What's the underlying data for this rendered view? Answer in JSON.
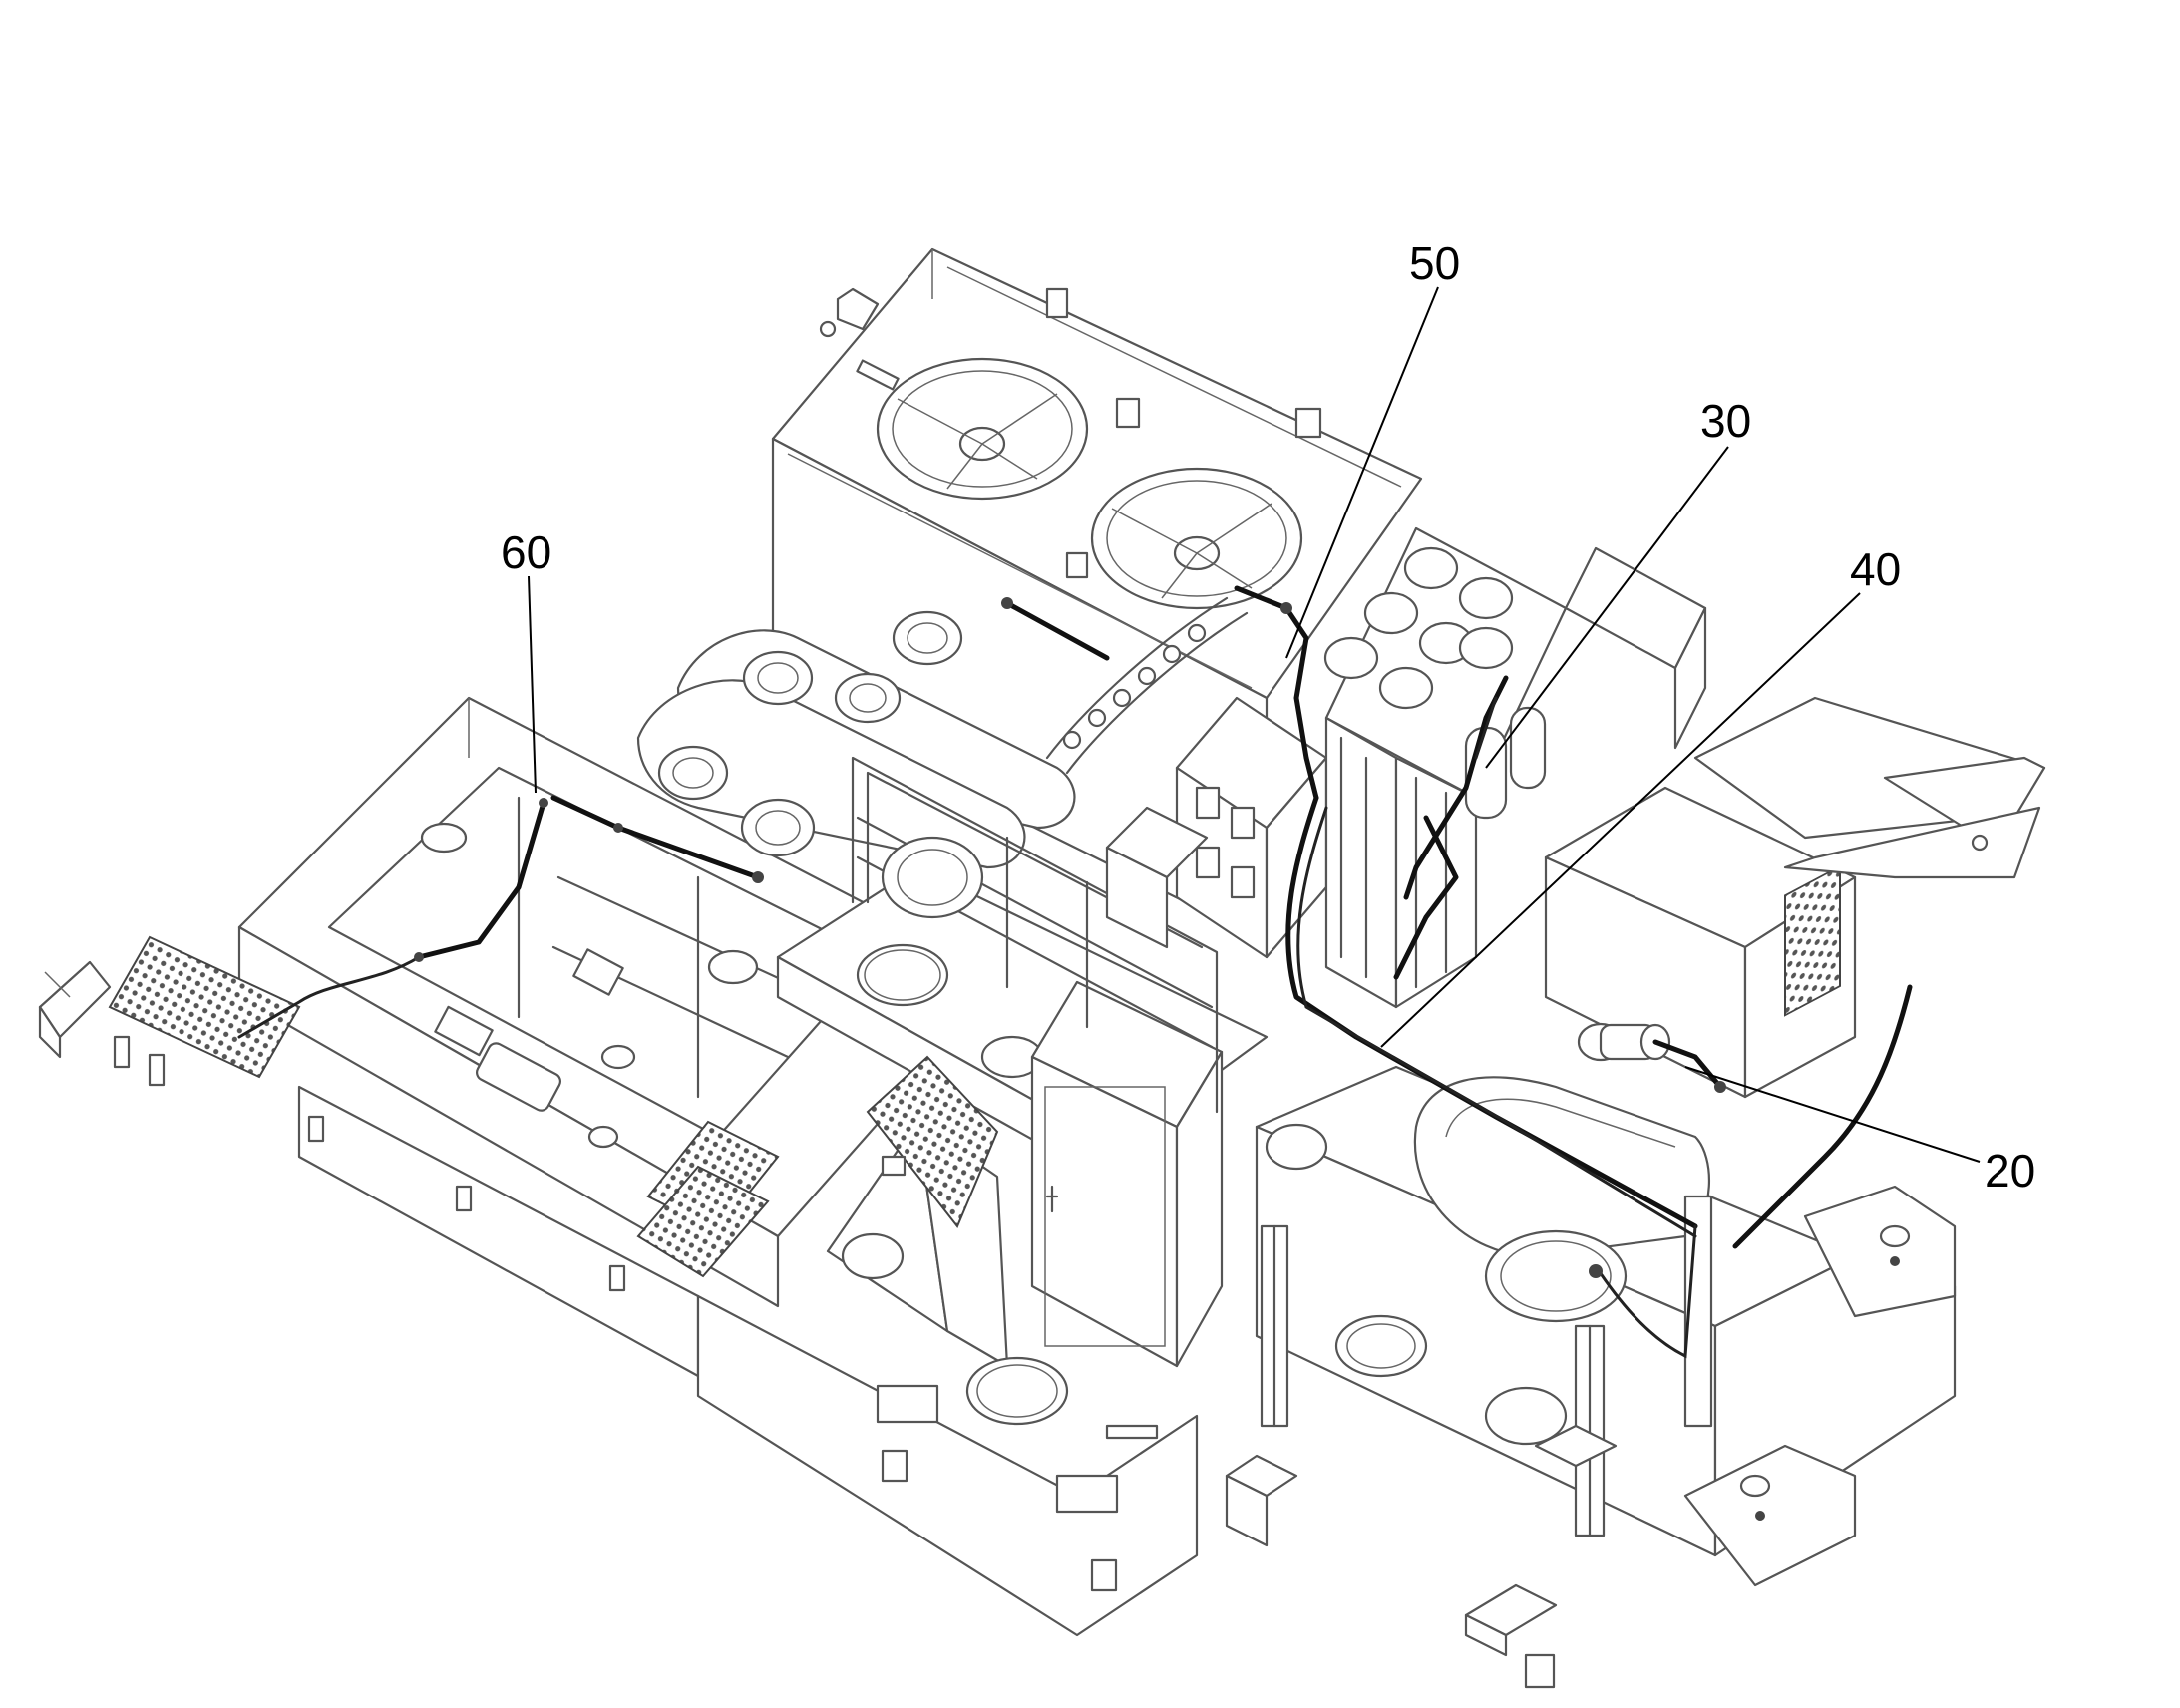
{
  "figure": {
    "reference_numerals": [
      {
        "id": "20",
        "label": "20"
      },
      {
        "id": "30",
        "label": "30"
      },
      {
        "id": "40",
        "label": "40"
      },
      {
        "id": "50",
        "label": "50"
      },
      {
        "id": "60",
        "label": "60"
      }
    ]
  },
  "colors": {
    "line": "#555555",
    "harness": "#111111",
    "background": "#ffffff"
  }
}
